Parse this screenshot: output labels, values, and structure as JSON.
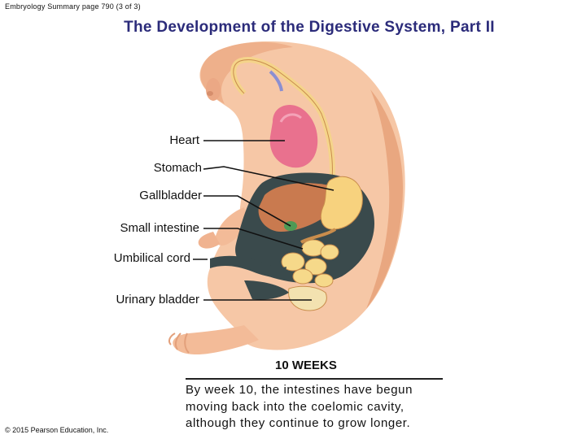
{
  "header": {
    "reference": "Embryology Summary page 790 (3 of 3)",
    "title": "The Development of the Digestive System, Part II"
  },
  "figure": {
    "labels": {
      "heart": "Heart",
      "stomach": "Stomach",
      "gallbladder": "Gallbladder",
      "small_intestine": "Small intestine",
      "umbilical_cord": "Umbilical cord",
      "urinary_bladder": "Urinary bladder"
    },
    "stage": "10 WEEKS",
    "caption": "By week 10, the intestines have begun moving back into the coelomic cavity, although they continue to grow longer."
  },
  "footer": {
    "copyright": "© 2015 Pearson Education, Inc."
  },
  "colors": {
    "title": "#2b2b7a",
    "skin": "#f6c7a6",
    "skin_shadow": "#e9a780",
    "heart": "#e9718e",
    "stomach": "#f7d27e",
    "liver": "#c97a4f",
    "gallbladder": "#4f9a55",
    "cavity": "#3a4a4c",
    "intestine": "#f6d98a"
  }
}
